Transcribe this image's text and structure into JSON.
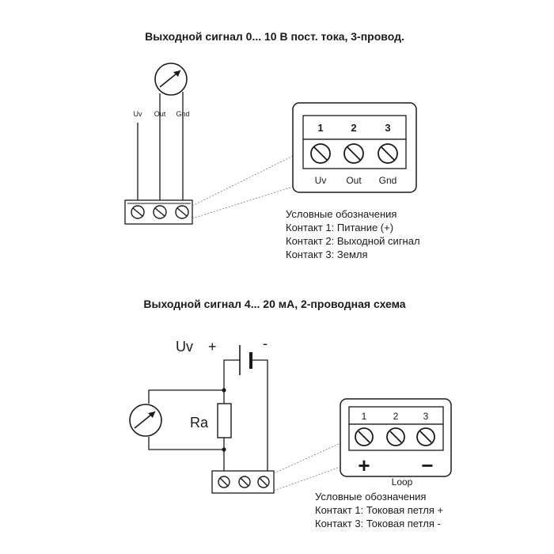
{
  "diagram1": {
    "title": "Выходной сигнал 0... 10 В пост. тока, 3-провод.",
    "wire_labels": [
      "Uv",
      "Out",
      "Gnd"
    ],
    "terminal_numbers": [
      "1",
      "2",
      "3"
    ],
    "terminal_labels": [
      "Uv",
      "Out",
      "Gnd"
    ],
    "legend": [
      "Условные обозначения",
      "Контакт 1: Питание (+)",
      "Контакт 2: Выходной сигнал",
      "Контакт 3: Земля"
    ]
  },
  "diagram2": {
    "title": "Выходной сигнал 4... 20 мА, 2-проводная схема",
    "supply_label": "Uv",
    "plus_sign": "+",
    "minus_sign": "-",
    "resistor_label": "Ra",
    "terminal_numbers": [
      "1",
      "2",
      "3"
    ],
    "terminal_plus": "+",
    "terminal_minus": "−",
    "loop_label": "Loop",
    "legend": [
      "Условные обозначения",
      "Контакт 1: Токовая петля +",
      "Контакт 3: Токовая петля -"
    ]
  }
}
